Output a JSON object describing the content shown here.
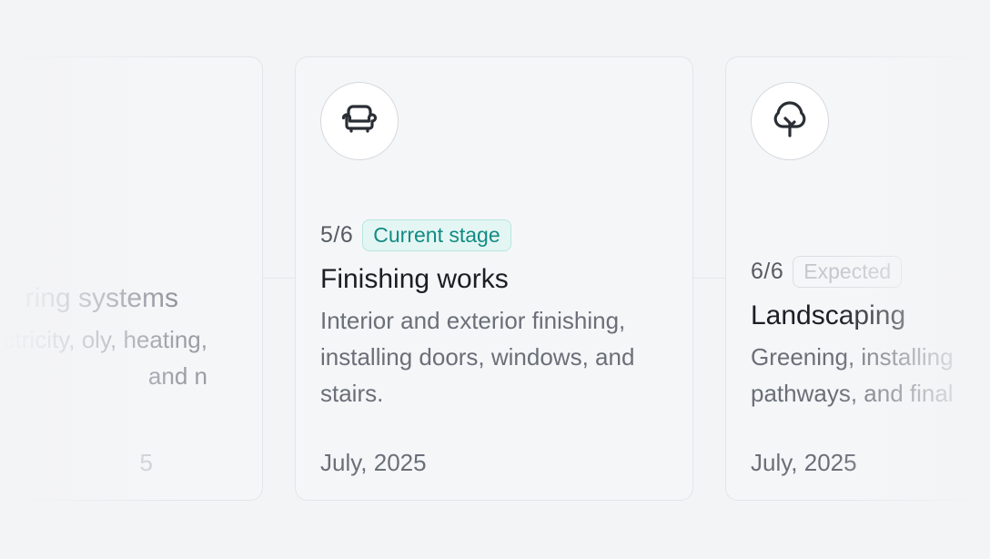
{
  "colors": {
    "background": "#f3f4f6",
    "card_background": "#f5f6f8",
    "card_border": "#e3e5e9",
    "current_badge_text": "#138b84",
    "current_badge_bg": "#e4f6f3",
    "expected_badge_text": "#c4c7cd"
  },
  "stages": [
    {
      "icon": "wiring-icon",
      "title": "ring systems",
      "description": "n of electricity, oly, heating, and n",
      "date": "5"
    },
    {
      "icon": "armchair-icon",
      "stage_number": "5/6",
      "badge": "Current stage",
      "title": "Finishing works",
      "description": "Interior and exterior finishing, installing doors, windows, and stairs.",
      "date": "July, 2025"
    },
    {
      "icon": "tree-icon",
      "stage_number": "6/6",
      "badge": "Expected",
      "title": "Landscaping",
      "description": "Greening, installing pathways, and final",
      "date": "July, 2025"
    }
  ]
}
